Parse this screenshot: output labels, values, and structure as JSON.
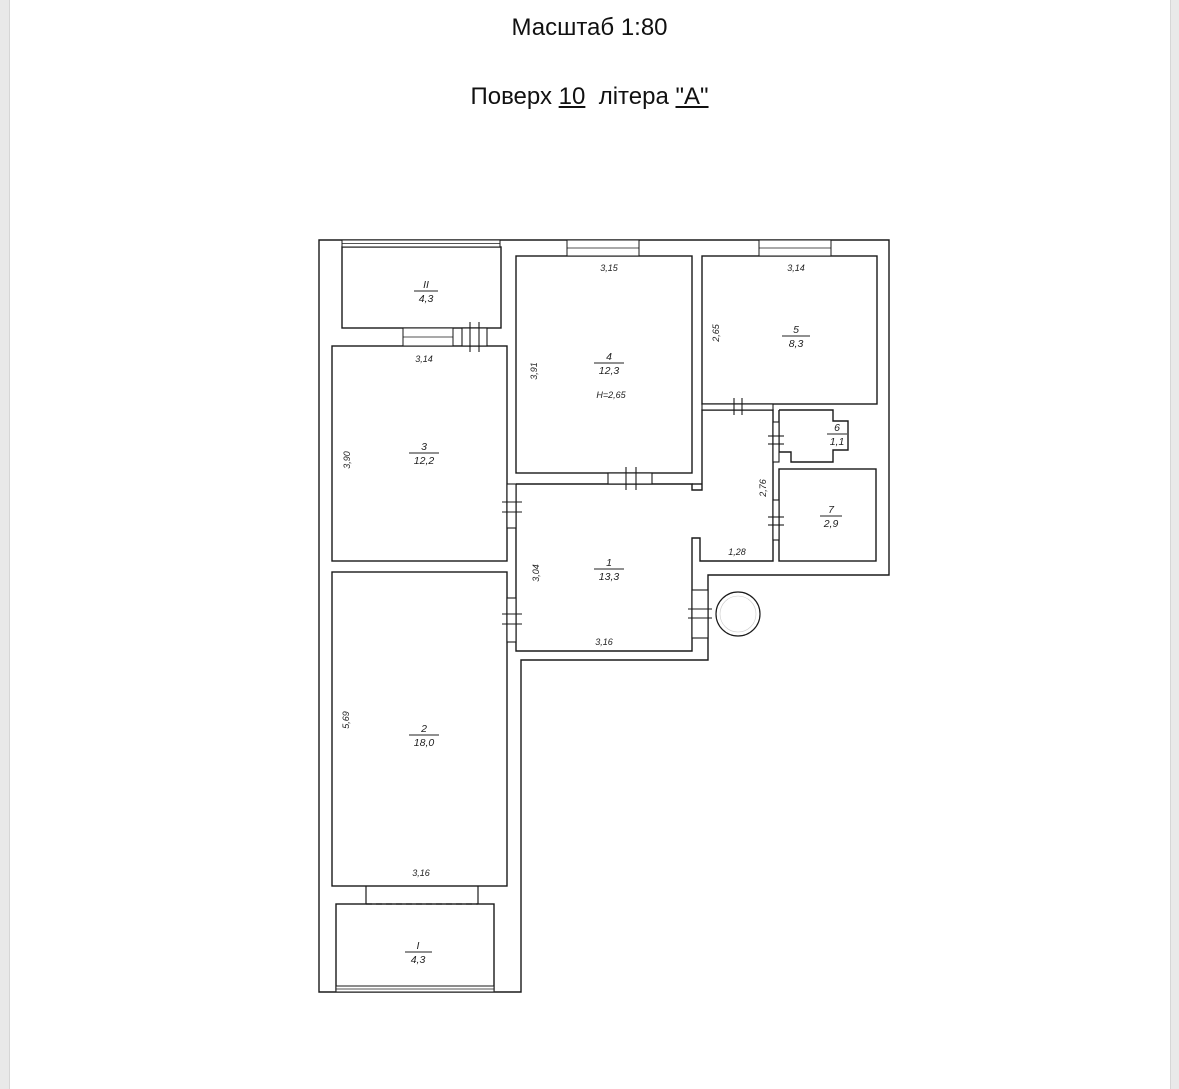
{
  "header": {
    "scale": "Масштаб 1:80",
    "floor_prefix": "Поверх",
    "floor_number": "10",
    "litera_prefix": "літера",
    "litera_value": "\"А\""
  },
  "rooms": [
    {
      "num": "II",
      "area": "4,3"
    },
    {
      "num": "3",
      "area": "12,2"
    },
    {
      "num": "4",
      "area": "12,3",
      "height": "H=2,65"
    },
    {
      "num": "5",
      "area": "8,3"
    },
    {
      "num": "6",
      "area": "1,1"
    },
    {
      "num": "7",
      "area": "2,9"
    },
    {
      "num": "1",
      "area": "13,3"
    },
    {
      "num": "2",
      "area": "18,0"
    },
    {
      "num": "I",
      "area": "4,3"
    }
  ],
  "dimensions": {
    "r3_top": "3,14",
    "r3_side": "3,90",
    "r4_top": "3,15",
    "r4_side": "3,91",
    "r5_top": "3,14",
    "r5_side": "2,65",
    "corridor_side": "2,76",
    "corridor_bottom": "1,28",
    "r1_side": "3,04",
    "r1_bottom": "3,16",
    "r2_side": "5,69",
    "r2_bottom": "3,16"
  }
}
